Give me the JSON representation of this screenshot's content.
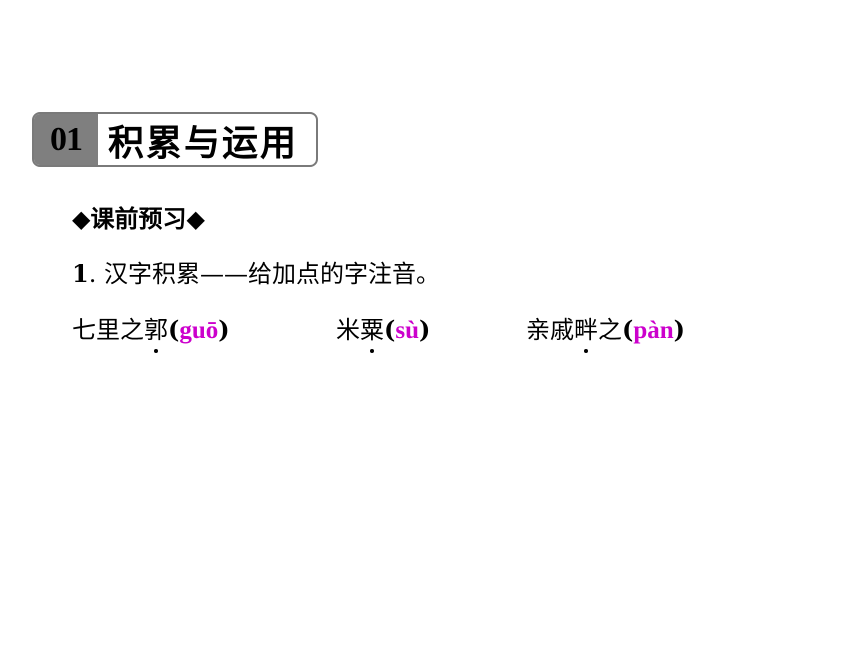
{
  "section": {
    "number": "01",
    "title": "积累与运用"
  },
  "subheading": "◆课前预习◆",
  "question": {
    "number": "1",
    "separator": ".",
    "text": "汉字积累——给加点的字注音。"
  },
  "answers": [
    {
      "before": "七里之",
      "dotted": "郭",
      "after": "",
      "open": "(",
      "pinyin": "guō",
      "close": ")"
    },
    {
      "before": "米",
      "dotted": "粟",
      "after": "",
      "open": "(",
      "pinyin": "sù",
      "close": ")"
    },
    {
      "before": "亲戚",
      "dotted": "畔",
      "after": "之",
      "open": "(",
      "pinyin": "pàn",
      "close": ")"
    }
  ],
  "colors": {
    "pinyin": "#cc00cc",
    "header_number_bg": "#7f7f7f",
    "header_border": "#7a7a7a"
  }
}
